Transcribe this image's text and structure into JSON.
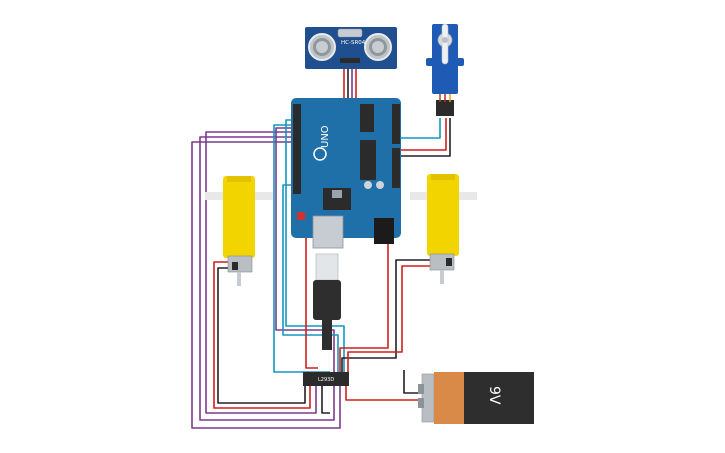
{
  "canvas": {
    "background": "#ffffff"
  },
  "components": {
    "ultrasonic": {
      "label": "HC-SR04",
      "color": "#1f4f8f"
    },
    "servo": {
      "color": "#1f5bb5"
    },
    "arduino": {
      "label": "UNO",
      "color": "#1f6fa8"
    },
    "motor_left": {
      "color": "#f2d500"
    },
    "motor_right": {
      "color": "#f2d500"
    },
    "driver": {
      "label": "L293D"
    },
    "battery": {
      "label": "9V",
      "color": "#d98a48"
    }
  },
  "wire_colors": {
    "red": "#d11f1f",
    "black": "#222222",
    "blue": "#1597c0",
    "purple": "#7b3a8e"
  }
}
